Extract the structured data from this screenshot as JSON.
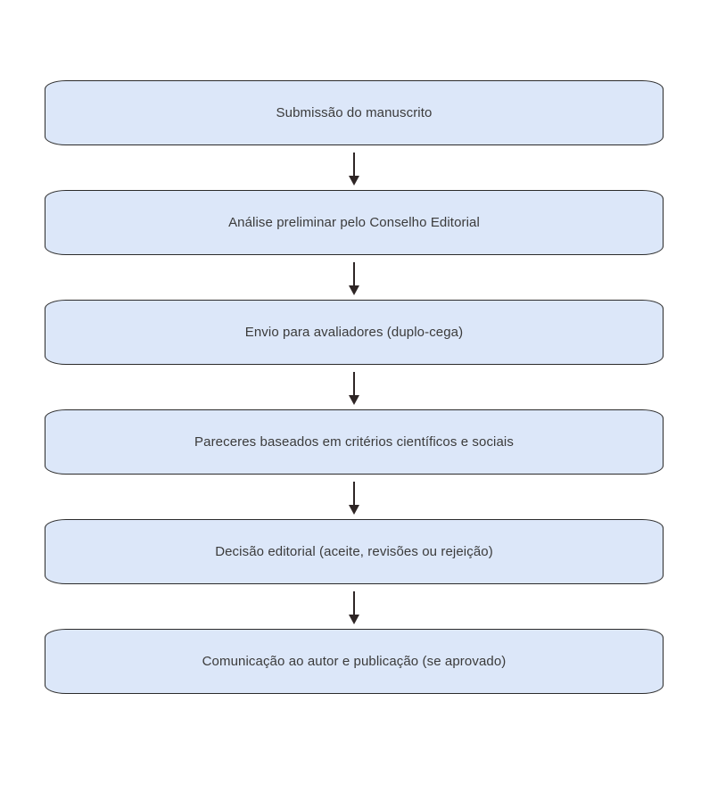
{
  "diagram": {
    "type": "flowchart",
    "direction": "top-down",
    "steps": [
      {
        "label": "Submissão do manuscrito"
      },
      {
        "label": "Análise preliminar pelo Conselho Editorial"
      },
      {
        "label": "Envio para avaliadores (duplo-cega)"
      },
      {
        "label": "Pareceres baseados em critérios científicos e sociais"
      },
      {
        "label": "Decisão editorial (aceite, revisões ou rejeição)"
      },
      {
        "label": "Comunicação ao autor e publicação (se aprovado)"
      }
    ],
    "connector_count": 5,
    "colors": {
      "node_fill": "#dce7f9",
      "node_border": "#2b2b2b",
      "arrow": "#2e2525",
      "text": "#3b3b3b",
      "background": "#ffffff"
    }
  }
}
